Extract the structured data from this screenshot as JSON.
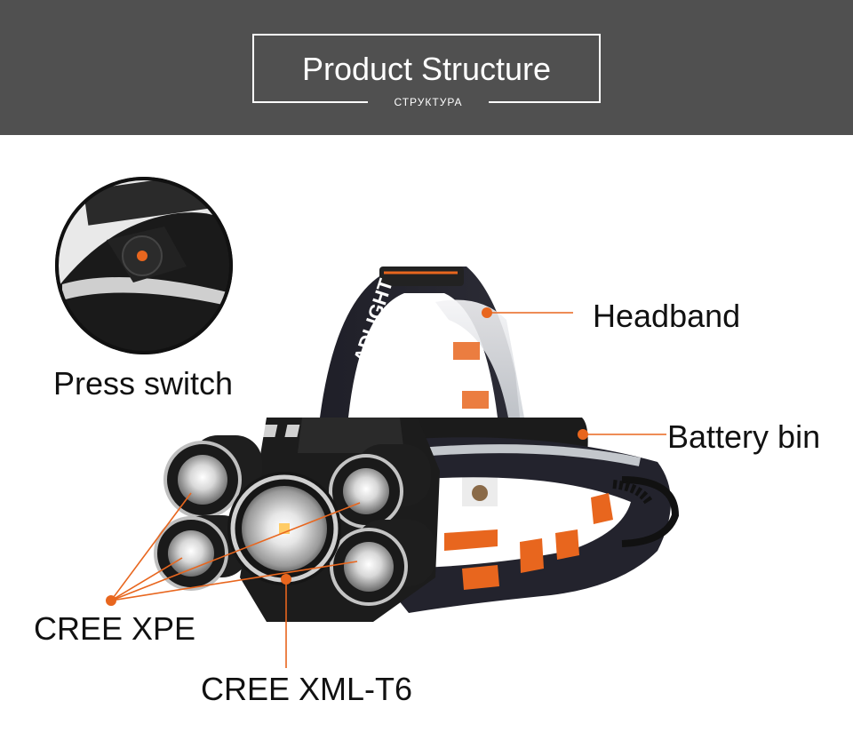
{
  "header": {
    "title": "Product Structure",
    "subtitle": "СТРУКТУРА"
  },
  "labels": {
    "press_switch": "Press switch",
    "headband": "Headband",
    "battery_bin": "Battery bin",
    "cree_xpe": "CREE XPE",
    "cree_xml_t6": "CREE XML-T6"
  },
  "headband_print": "ADLIGHT",
  "colors": {
    "banner": "#505050",
    "accent": "#e8661e",
    "text": "#111111"
  }
}
